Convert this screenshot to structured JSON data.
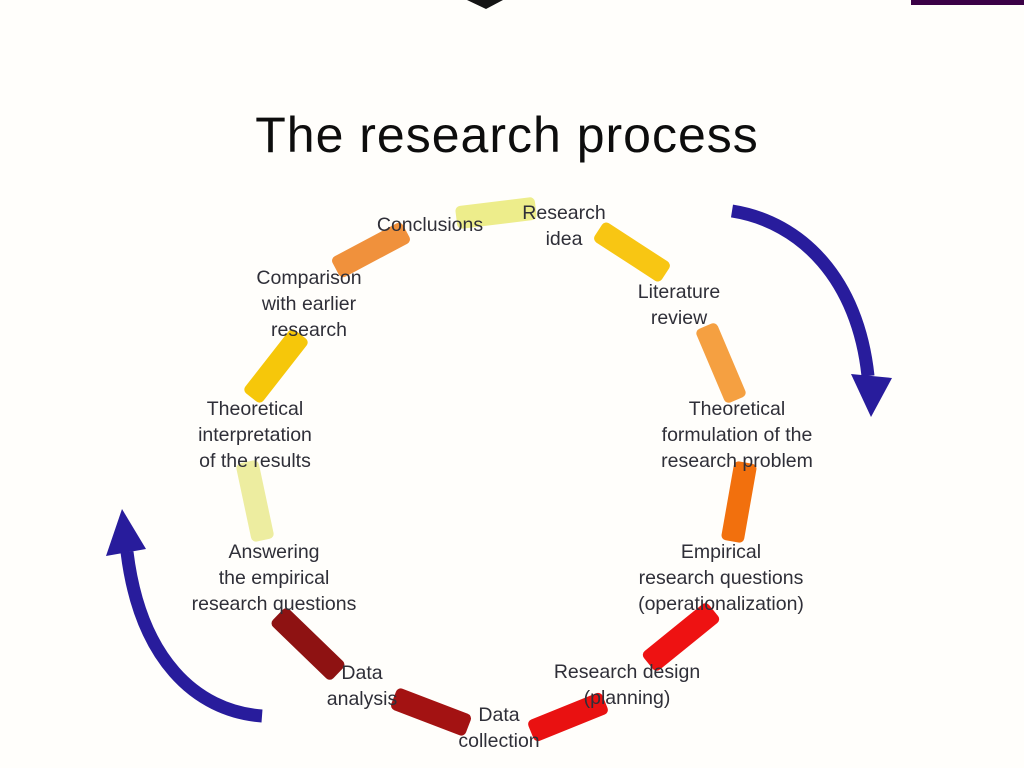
{
  "decor": {
    "top_bar_color": "#3B0146",
    "top_glyph_color": "#141414"
  },
  "title": "The research process",
  "diagram": {
    "text_color": "#2F2F38",
    "arrow_color": "#281C9C",
    "labels": [
      {
        "id": "research-idea",
        "text": "Research\nidea"
      },
      {
        "id": "literature-review",
        "text": "Literature\nreview"
      },
      {
        "id": "theoretical-formulation",
        "text": "Theoretical\nformulation of the\nresearch problem"
      },
      {
        "id": "empirical-research-questions",
        "text": "Empirical\nresearch questions\n(operationalization)"
      },
      {
        "id": "research-design",
        "text": "Research design\n(planning)"
      },
      {
        "id": "data-collection",
        "text": "Data\ncollection"
      },
      {
        "id": "data-analysis",
        "text": "Data\nanalysis"
      },
      {
        "id": "answering-empirical-questions",
        "text": "Answering\nthe empirical\nresearch questions"
      },
      {
        "id": "theoretical-interpretation",
        "text": "Theoretical\ninterpretation\nof the results"
      },
      {
        "id": "comparison-earlier-research",
        "text": "Comparison\nwith earlier\nresearch"
      },
      {
        "id": "conclusions",
        "text": "Conclusions"
      }
    ],
    "segments": [
      {
        "pos": "top",
        "color": "#EDED8B"
      },
      {
        "pos": "upper-right",
        "color": "#F8C613"
      },
      {
        "pos": "right-upper",
        "color": "#F5A041"
      },
      {
        "pos": "right-lower",
        "color": "#F2700D"
      },
      {
        "pos": "lower-right",
        "color": "#EE1212"
      },
      {
        "pos": "bottom-right",
        "color": "#E91111"
      },
      {
        "pos": "bottom-left",
        "color": "#A31212"
      },
      {
        "pos": "lower-left",
        "color": "#8E1212"
      },
      {
        "pos": "left-lower",
        "color": "#EDEDA0"
      },
      {
        "pos": "left-upper",
        "color": "#F6C70A"
      },
      {
        "pos": "upper-left",
        "color": "#F0913C"
      }
    ]
  }
}
